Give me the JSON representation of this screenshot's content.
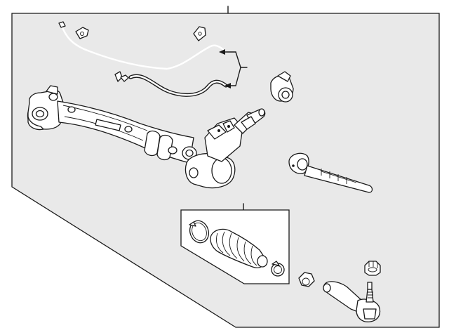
{
  "diagram": {
    "background_color": "#e9e9e9",
    "line_color": "#1a1a1a",
    "part_fill": "#ffffff",
    "parts": [
      "steering-gear-assembly",
      "pressure-line-upper",
      "return-line-lower",
      "line-clip",
      "dust-boot-cover",
      "inner-tie-rod",
      "boot-kit",
      "boot-clamp-ring",
      "bellows-boot",
      "small-clamp",
      "jam-nut",
      "outer-tie-rod-end",
      "castle-nut"
    ]
  }
}
